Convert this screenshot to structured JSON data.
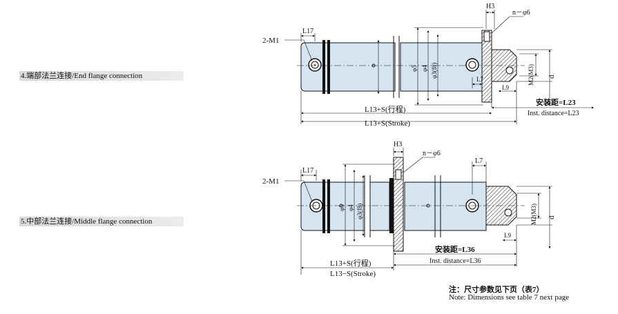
{
  "section_labels": {
    "end_flange": "4.端部法兰连接/End flange connection",
    "middle_flange": "5.中部法兰连接/Middle flange connection"
  },
  "diagram_top": {
    "thread_label": "2-M1",
    "dim_l17": "L17",
    "dim_h3": "H3",
    "holes_label": "n－φ6",
    "dim_phi5": "φ5",
    "dim_phi4": "φ4",
    "dim_phi3": "φ3(f8)",
    "dim_l7": "L7",
    "dim_l9": "L9",
    "dim_m2": "M2(M3)",
    "dim_d": "d",
    "install_cn": "安装距=L23",
    "install_en": "Inst. distance=L23",
    "length_cn": "L13+S(行程)",
    "length_en": "L13+S(Stroke)"
  },
  "diagram_bottom": {
    "thread_label": "2-M1",
    "dim_l17": "L17",
    "dim_h3": "H3",
    "holes_label": "n－φ6",
    "dim_l7": "L7",
    "dim_phi5": "φ5",
    "dim_phi4": "φ4",
    "dim_phi3": "φ3(f8)",
    "dim_m2": "M2(M3)",
    "dim_d": "d",
    "dim_l9": "L9",
    "install_cn": "安装距=L36",
    "install_en": "Inst. distance=L36",
    "length_cn": "L13+S(行程)",
    "length_en": "L13−S(Stroke)"
  },
  "notes": {
    "cn": "注：尺寸参数见下页（表7）",
    "en": "Note: Dimensions see table 7 next page"
  },
  "colors": {
    "body_fill": "#d6e4f2",
    "outline": "#111111",
    "hatch": "#222222",
    "band": "#dcdcdc"
  }
}
